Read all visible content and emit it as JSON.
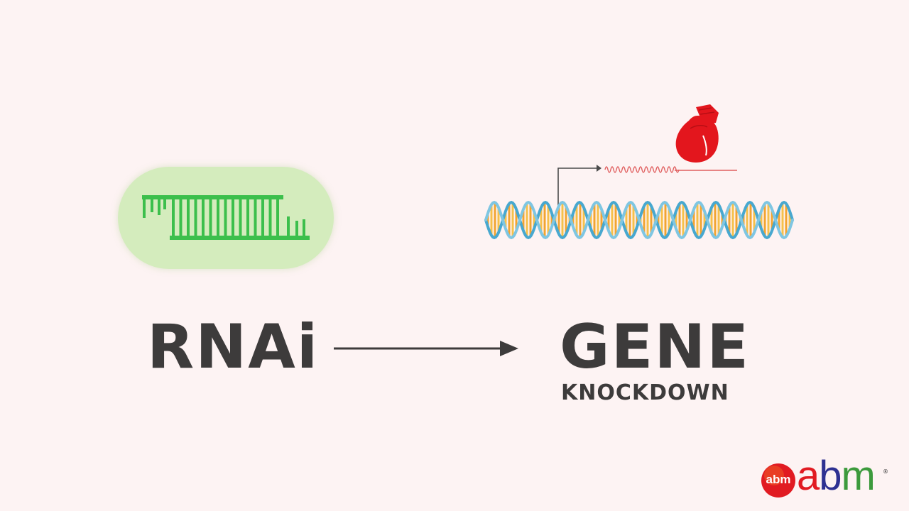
{
  "left": {
    "label": "RNAi"
  },
  "right": {
    "label": "GENE",
    "sublabel": "KNOCKDOWN"
  },
  "logo": {
    "badge": "abm",
    "letters": [
      "a",
      "b",
      "m"
    ],
    "registered": "®"
  },
  "colors": {
    "background": "#fdf3f3",
    "text": "#3d3b3b",
    "rna": "#3cbf4c",
    "pill": "#d4ecbd",
    "dna_backbone": "#48a8cf",
    "dna_bases": "#f2a431",
    "transcript": "#e06060",
    "glove": "#e3161d",
    "logo_a": "#e11b22",
    "logo_b": "#2e3192",
    "logo_m": "#3c9a3c"
  },
  "icons": [
    "double-stranded-rna-icon",
    "dna-helix-icon",
    "promoter-arrow-icon",
    "mrna-transcript-icon",
    "boxing-glove-icon",
    "right-arrow-icon"
  ]
}
